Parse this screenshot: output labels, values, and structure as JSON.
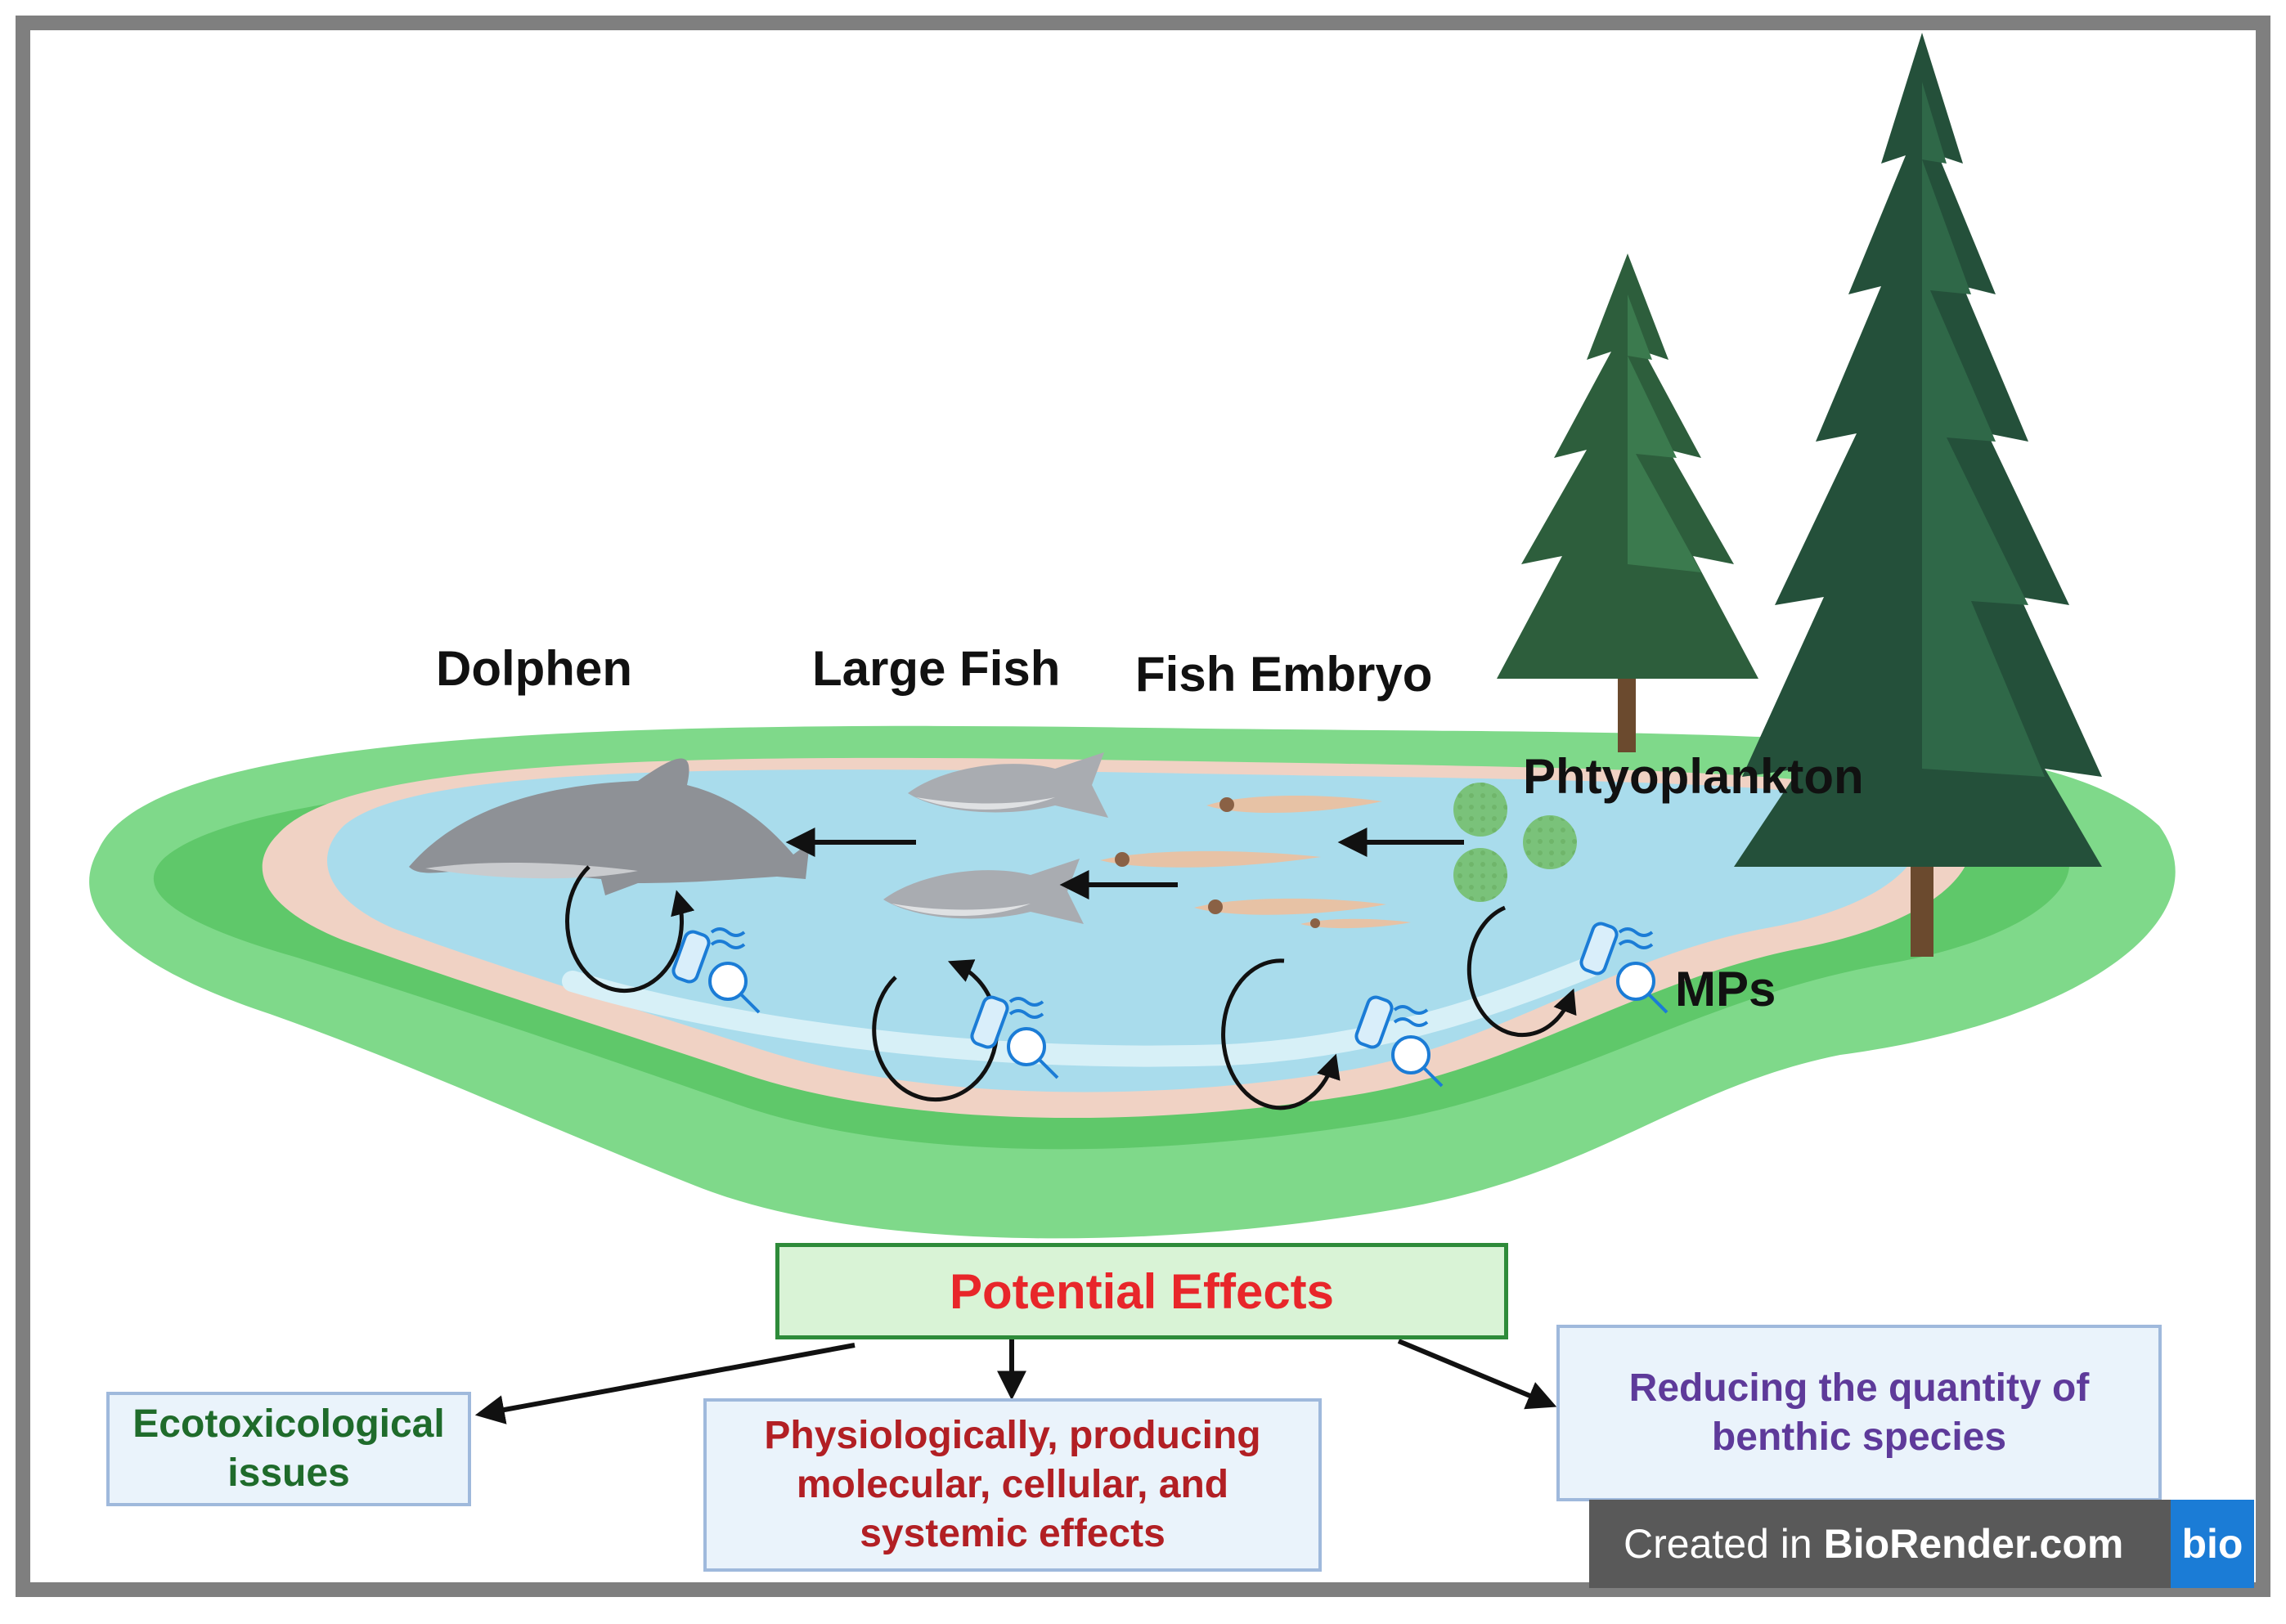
{
  "organisms": {
    "dolphin": "Dolphen",
    "large_fish": "Large Fish",
    "fish_embryo": "Fish Embryo",
    "phytoplankton": "Phtyoplankton",
    "microplastics": "MPs"
  },
  "effects": {
    "title": "Potential Effects",
    "items": [
      "Ecotoxicological issues",
      "Physiologically, producing molecular, cellular, and systemic effects",
      "Reducing the quantity of benthic species"
    ]
  },
  "watermark": {
    "prefix": "Created in ",
    "brand": "BioRender.com",
    "logo": "bio"
  },
  "colors": {
    "title_red": "#e8262a",
    "effect_green": "#1f6b2b",
    "effect_red": "#b21f24",
    "effect_purple": "#5e3a9a",
    "water": "#a9dcec",
    "grass": "#7fd98a",
    "tree": "#2d5e3c"
  }
}
